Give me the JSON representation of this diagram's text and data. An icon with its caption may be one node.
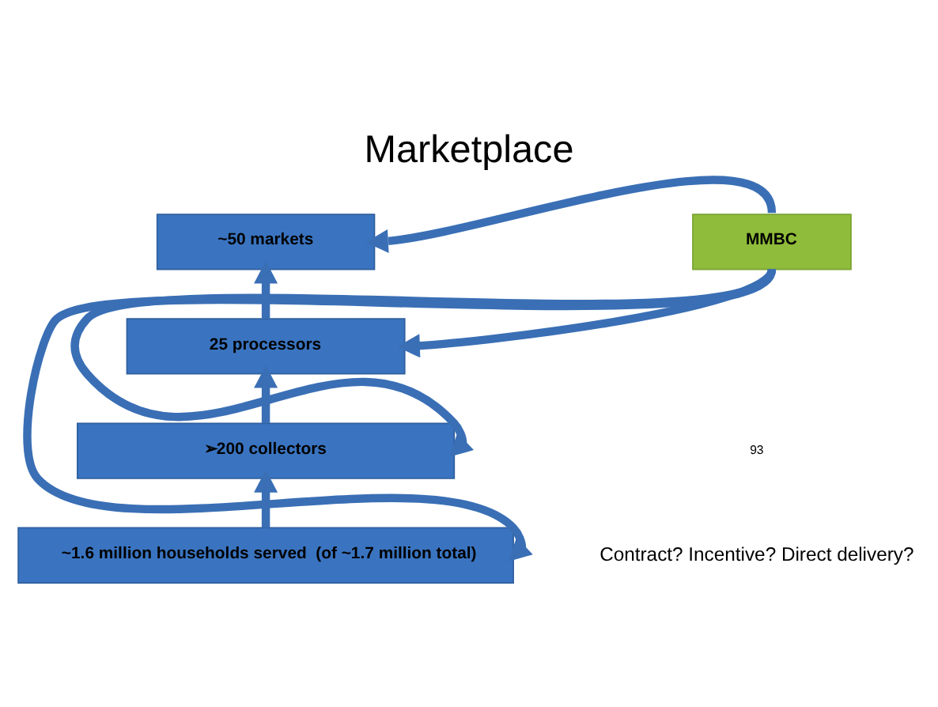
{
  "diagram": {
    "title": "Marketplace",
    "nodes": [
      {
        "text": [
          "MMBC"
        ]
      },
      {
        "text": [
          "~50 markets"
        ]
      },
      {
        "text": [
          "25 processors"
        ]
      },
      {
        "text": [
          "➢200 collectors"
        ]
      },
      {
        "text": [
          "~1.6 million households served  (of ~1.7 million total)"
        ]
      }
    ],
    "edges": [
      {
        "from": 4,
        "to": 3,
        "arrow": "to"
      },
      {
        "from": 3,
        "to": 2,
        "arrow": "to"
      },
      {
        "from": 2,
        "to": 1,
        "arrow": "to"
      },
      {
        "from": 0,
        "to": 1,
        "arrow": "to"
      },
      {
        "from": 0,
        "to": 2,
        "arrow": "to"
      },
      {
        "from": 0,
        "to": 3,
        "arrow": "to"
      },
      {
        "from": 0,
        "to": 4,
        "arrow": "to"
      }
    ],
    "labels": [
      "Contract? Incentive? Direct delivery?",
      "93"
    ]
  }
}
